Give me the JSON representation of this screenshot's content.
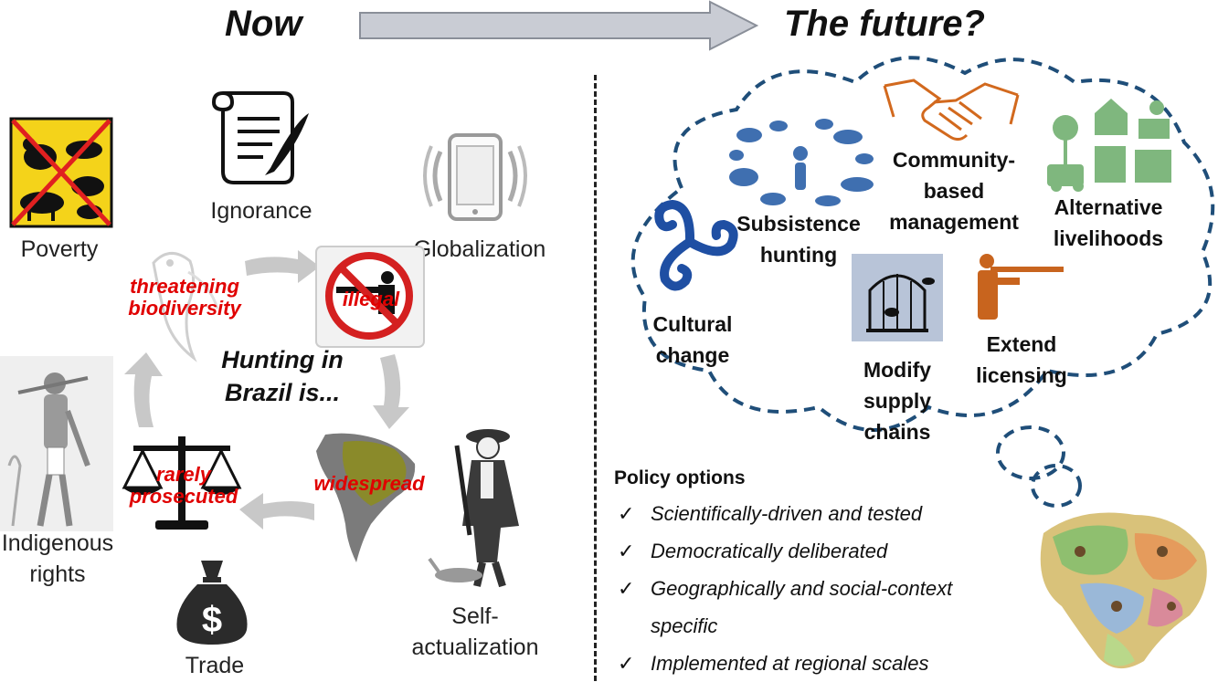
{
  "header": {
    "now": "Now",
    "future": "The future?"
  },
  "now_panel": {
    "drivers": {
      "poverty": "Poverty",
      "ignorance": "Ignorance",
      "globalization": "Globalization",
      "indigenous_rights": "Indigenous rights",
      "trade": "Trade",
      "self_actualization": "Self-actualization"
    },
    "center": "Hunting in Brazil is...",
    "properties": {
      "threatening": "threatening biodiversity",
      "illegal": "illegal",
      "widespread": "widespread",
      "rarely_prosecuted": "rarely prosecuted"
    },
    "icons": {
      "money_symbol": "$"
    }
  },
  "future_panel": {
    "options": {
      "cultural_change": "Cultural change",
      "subsistence_hunting": "Subsistence hunting",
      "community_management": "Community-based management",
      "alternative_livelihoods": "Alternative livelihoods",
      "modify_supply_chains": "Modify supply chains",
      "extend_licensing": "Extend licensing"
    },
    "policy": {
      "title": "Policy options",
      "items": [
        "Scientifically-driven and tested",
        "Democratically deliberated",
        "Geographically and social-context",
        "specific",
        "Implemented at regional scales"
      ]
    }
  },
  "colors": {
    "arrow_gray": "#c8c8c8",
    "cloud_blue": "#1f4e79",
    "triskele_blue": "#1f4fa3",
    "red_text": "#e00000",
    "handshake_orange": "#d2691e",
    "hunter_orange": "#c8641e",
    "livelihood_green": "#7fb77e",
    "brazil_green": "#8a8a2a"
  }
}
